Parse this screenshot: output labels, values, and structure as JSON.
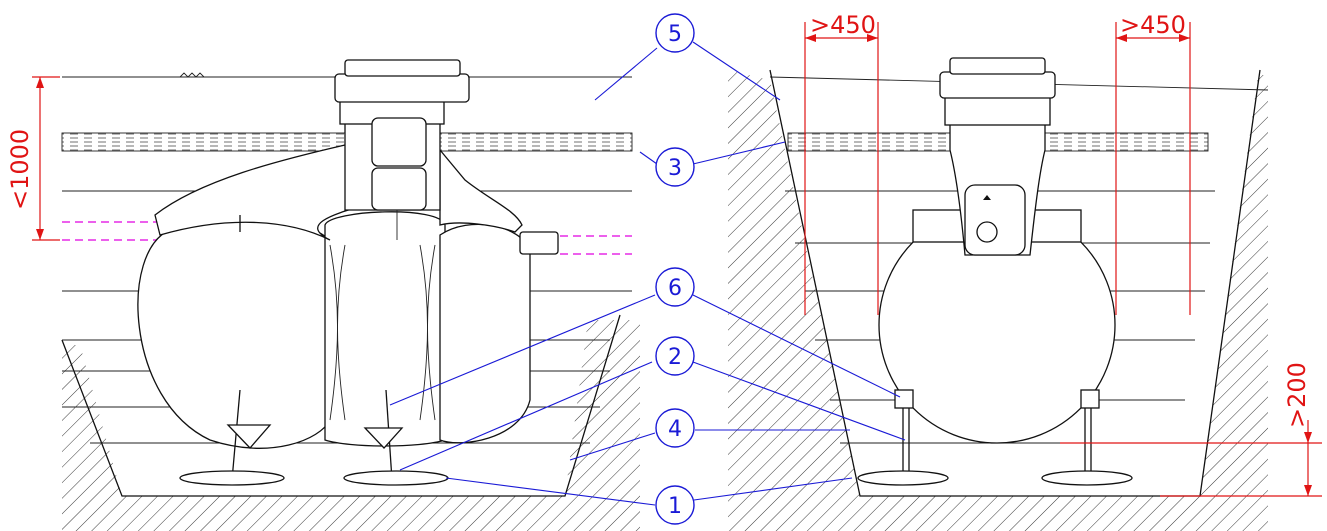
{
  "dimensions": {
    "min_side_clearance_left": ">450",
    "min_side_clearance_right": ">450",
    "max_cover_depth": "<1000",
    "min_bedding_height": ">200"
  },
  "callouts": [
    {
      "id": "callout-5",
      "label": "5"
    },
    {
      "id": "callout-3",
      "label": "3"
    },
    {
      "id": "callout-6",
      "label": "6"
    },
    {
      "id": "callout-2",
      "label": "2"
    },
    {
      "id": "callout-4",
      "label": "4"
    },
    {
      "id": "callout-1",
      "label": "1"
    }
  ],
  "colors": {
    "outline": "#111111",
    "dimension_red": "#e01414",
    "callout_blue": "#1a1ad6",
    "pipe_magenta": "#e000e0"
  }
}
